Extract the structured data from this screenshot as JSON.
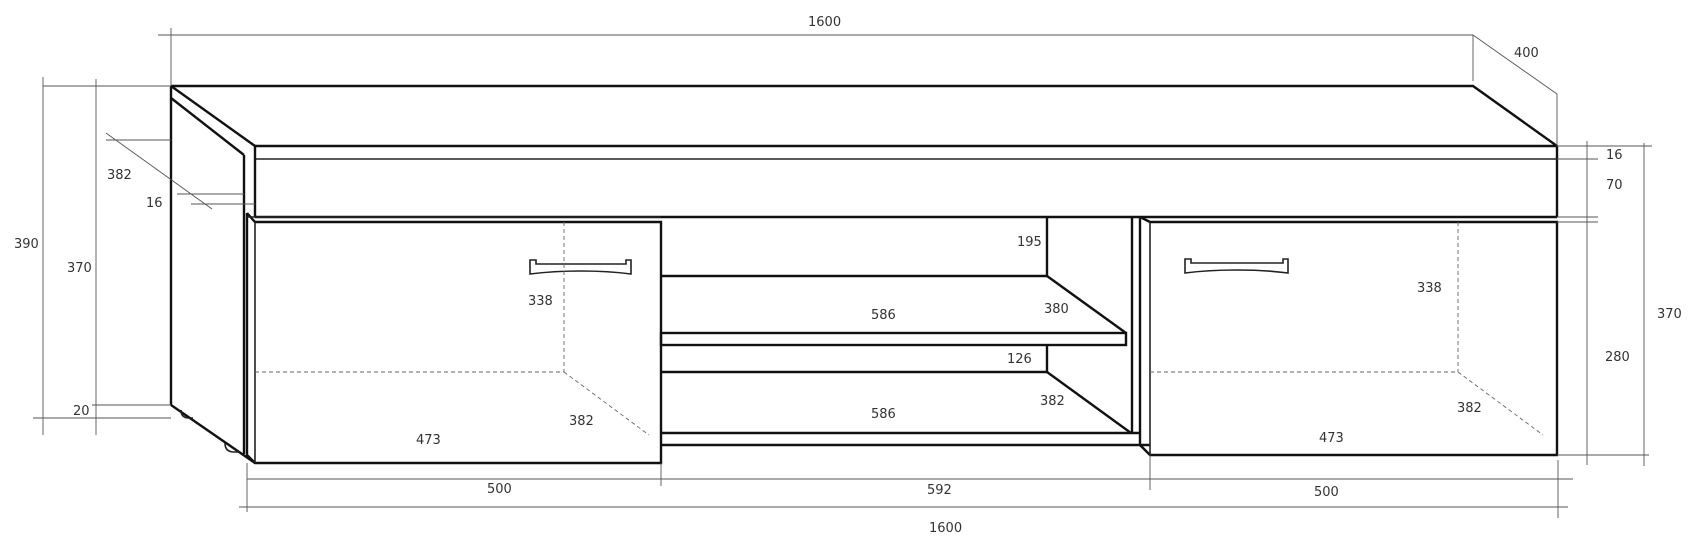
{
  "title": "TV cabinet technical drawing",
  "units": "mm",
  "dimensions": {
    "overall_width_top": "1600",
    "depth": "400",
    "height_total": "390",
    "height_body_left": "370",
    "side_depth": "382",
    "top_thickness_left": "16",
    "foot_height": "20",
    "top_thickness_right": "16",
    "drawer_band_height": "70",
    "door_height": "280",
    "height_body_right": "370",
    "left_door_inner_height": "338",
    "left_door_inner_depth": "382",
    "left_door_inner_width": "473",
    "right_door_inner_height": "338",
    "right_door_inner_depth": "382",
    "right_door_inner_width": "473",
    "upper_niche_height": "195",
    "shelf_width": "586",
    "shelf_depth": "380",
    "lower_niche_height": "126",
    "lower_niche_depth": "382",
    "bottom_width": "586",
    "left_door_width": "500",
    "middle_width": "592",
    "right_door_width": "500",
    "overall_width_bottom": "1600"
  }
}
